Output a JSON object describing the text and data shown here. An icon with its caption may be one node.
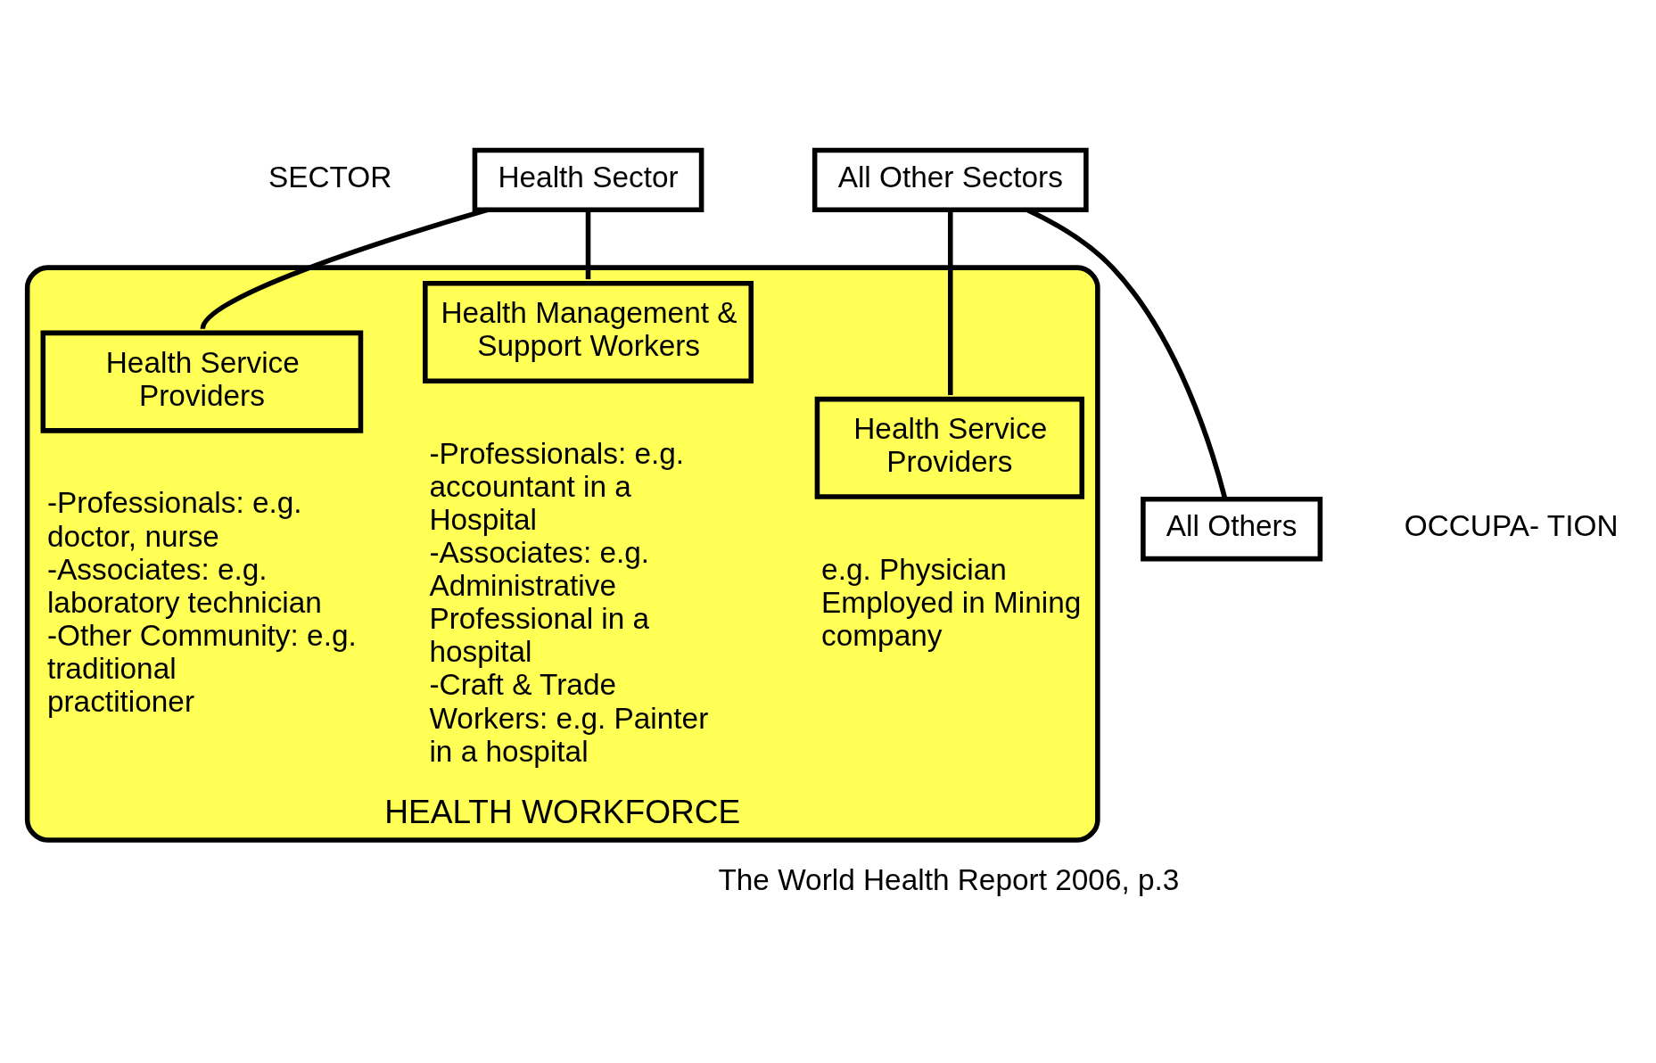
{
  "diagram": {
    "nodes": [
      {
        "text": [
          "Health Sector"
        ]
      },
      {
        "text": [
          "All Other Sectors"
        ]
      },
      {
        "text": [
          "HEALTH WORKFORCE"
        ]
      },
      {
        "text": [
          "Health Service Providers"
        ],
        "in": 2,
        "beside": [
          "-Professionals: e.g. doctor, nurse",
          "-Associates: e.g. laboratory technician",
          "-Other Community: e.g. traditional practitioner"
        ]
      },
      {
        "text": [
          "Health Management & Support Workers"
        ],
        "in": 2,
        "beside": [
          "-Professionals: e.g. accountant in a Hospital",
          "-Associates: e.g. Administrative Professional in a hospital",
          "-Craft & Trade Workers: e.g. Painter in a hospital"
        ]
      },
      {
        "text": [
          "Health Service Providers"
        ],
        "in": 2,
        "beside": [
          "e.g. Physician Employed in Mining company"
        ]
      },
      {
        "text": [
          "All Others"
        ]
      }
    ],
    "edges": [
      {
        "from": 0,
        "to": 3,
        "arrow": "none"
      },
      {
        "from": 0,
        "to": 4,
        "arrow": "none"
      },
      {
        "from": 1,
        "to": 5,
        "arrow": "none"
      },
      {
        "from": 1,
        "to": 6,
        "arrow": "none"
      }
    ],
    "labels": [
      "SECTOR",
      "OCCUPA- TION",
      "The World Health Report 2006, p.3"
    ]
  }
}
